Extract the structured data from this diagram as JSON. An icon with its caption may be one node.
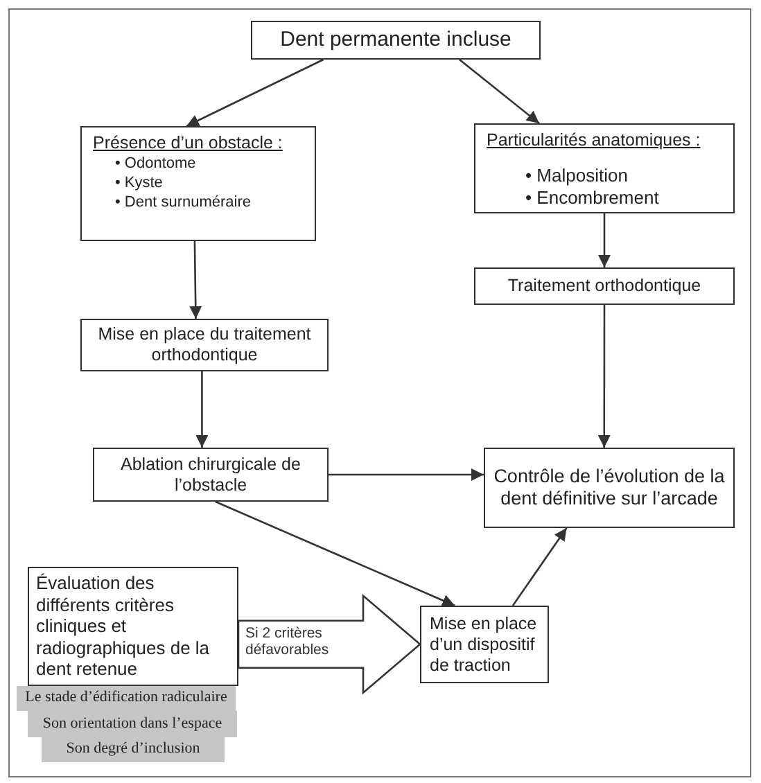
{
  "diagram": {
    "nodes": [
      {
        "text": [
          "Dent permanente incluse"
        ]
      },
      {
        "text": [
          "Présence d’un obstacle :",
          "• Odontome",
          "• Kyste",
          "• Dent surnuméraire"
        ]
      },
      {
        "text": [
          "Particularités anatomiques :",
          "• Malposition",
          "• Encombrement"
        ]
      },
      {
        "text": [
          "Traitement orthodontique"
        ]
      },
      {
        "text": [
          "Mise en place du traitement orthodontique"
        ]
      },
      {
        "text": [
          "Ablation chirurgicale de l’obstacle"
        ]
      },
      {
        "text": [
          "Contrôle de l’évolution de la dent définitive sur l’arcade"
        ]
      },
      {
        "text": [
          "Évaluation des différents critères cliniques et radiographiques de la dent retenue"
        ]
      },
      {
        "text": [
          "Mise en place d’un dispositif de traction"
        ]
      },
      {
        "text": [
          "Le stade d’édification radiculaire"
        ]
      },
      {
        "text": [
          "Son orientation dans l’espace"
        ]
      },
      {
        "text": [
          "Son degré d’inclusion"
        ]
      }
    ],
    "edges": [
      {
        "from": 0,
        "to": 1,
        "arrow": "to"
      },
      {
        "from": 0,
        "to": 2,
        "arrow": "to"
      },
      {
        "from": 1,
        "to": 4,
        "arrow": "to"
      },
      {
        "from": 2,
        "to": 3,
        "arrow": "to"
      },
      {
        "from": 3,
        "to": 6,
        "arrow": "to"
      },
      {
        "from": 4,
        "to": 5,
        "arrow": "to"
      },
      {
        "from": 5,
        "to": 6,
        "arrow": "to"
      },
      {
        "from": 5,
        "to": 8,
        "arrow": "to"
      },
      {
        "from": 8,
        "to": 6,
        "arrow": "to"
      },
      {
        "from": 7,
        "to": 8,
        "arrow": "to",
        "style": "thick",
        "label": "Si 2 critères défavorables"
      }
    ]
  }
}
